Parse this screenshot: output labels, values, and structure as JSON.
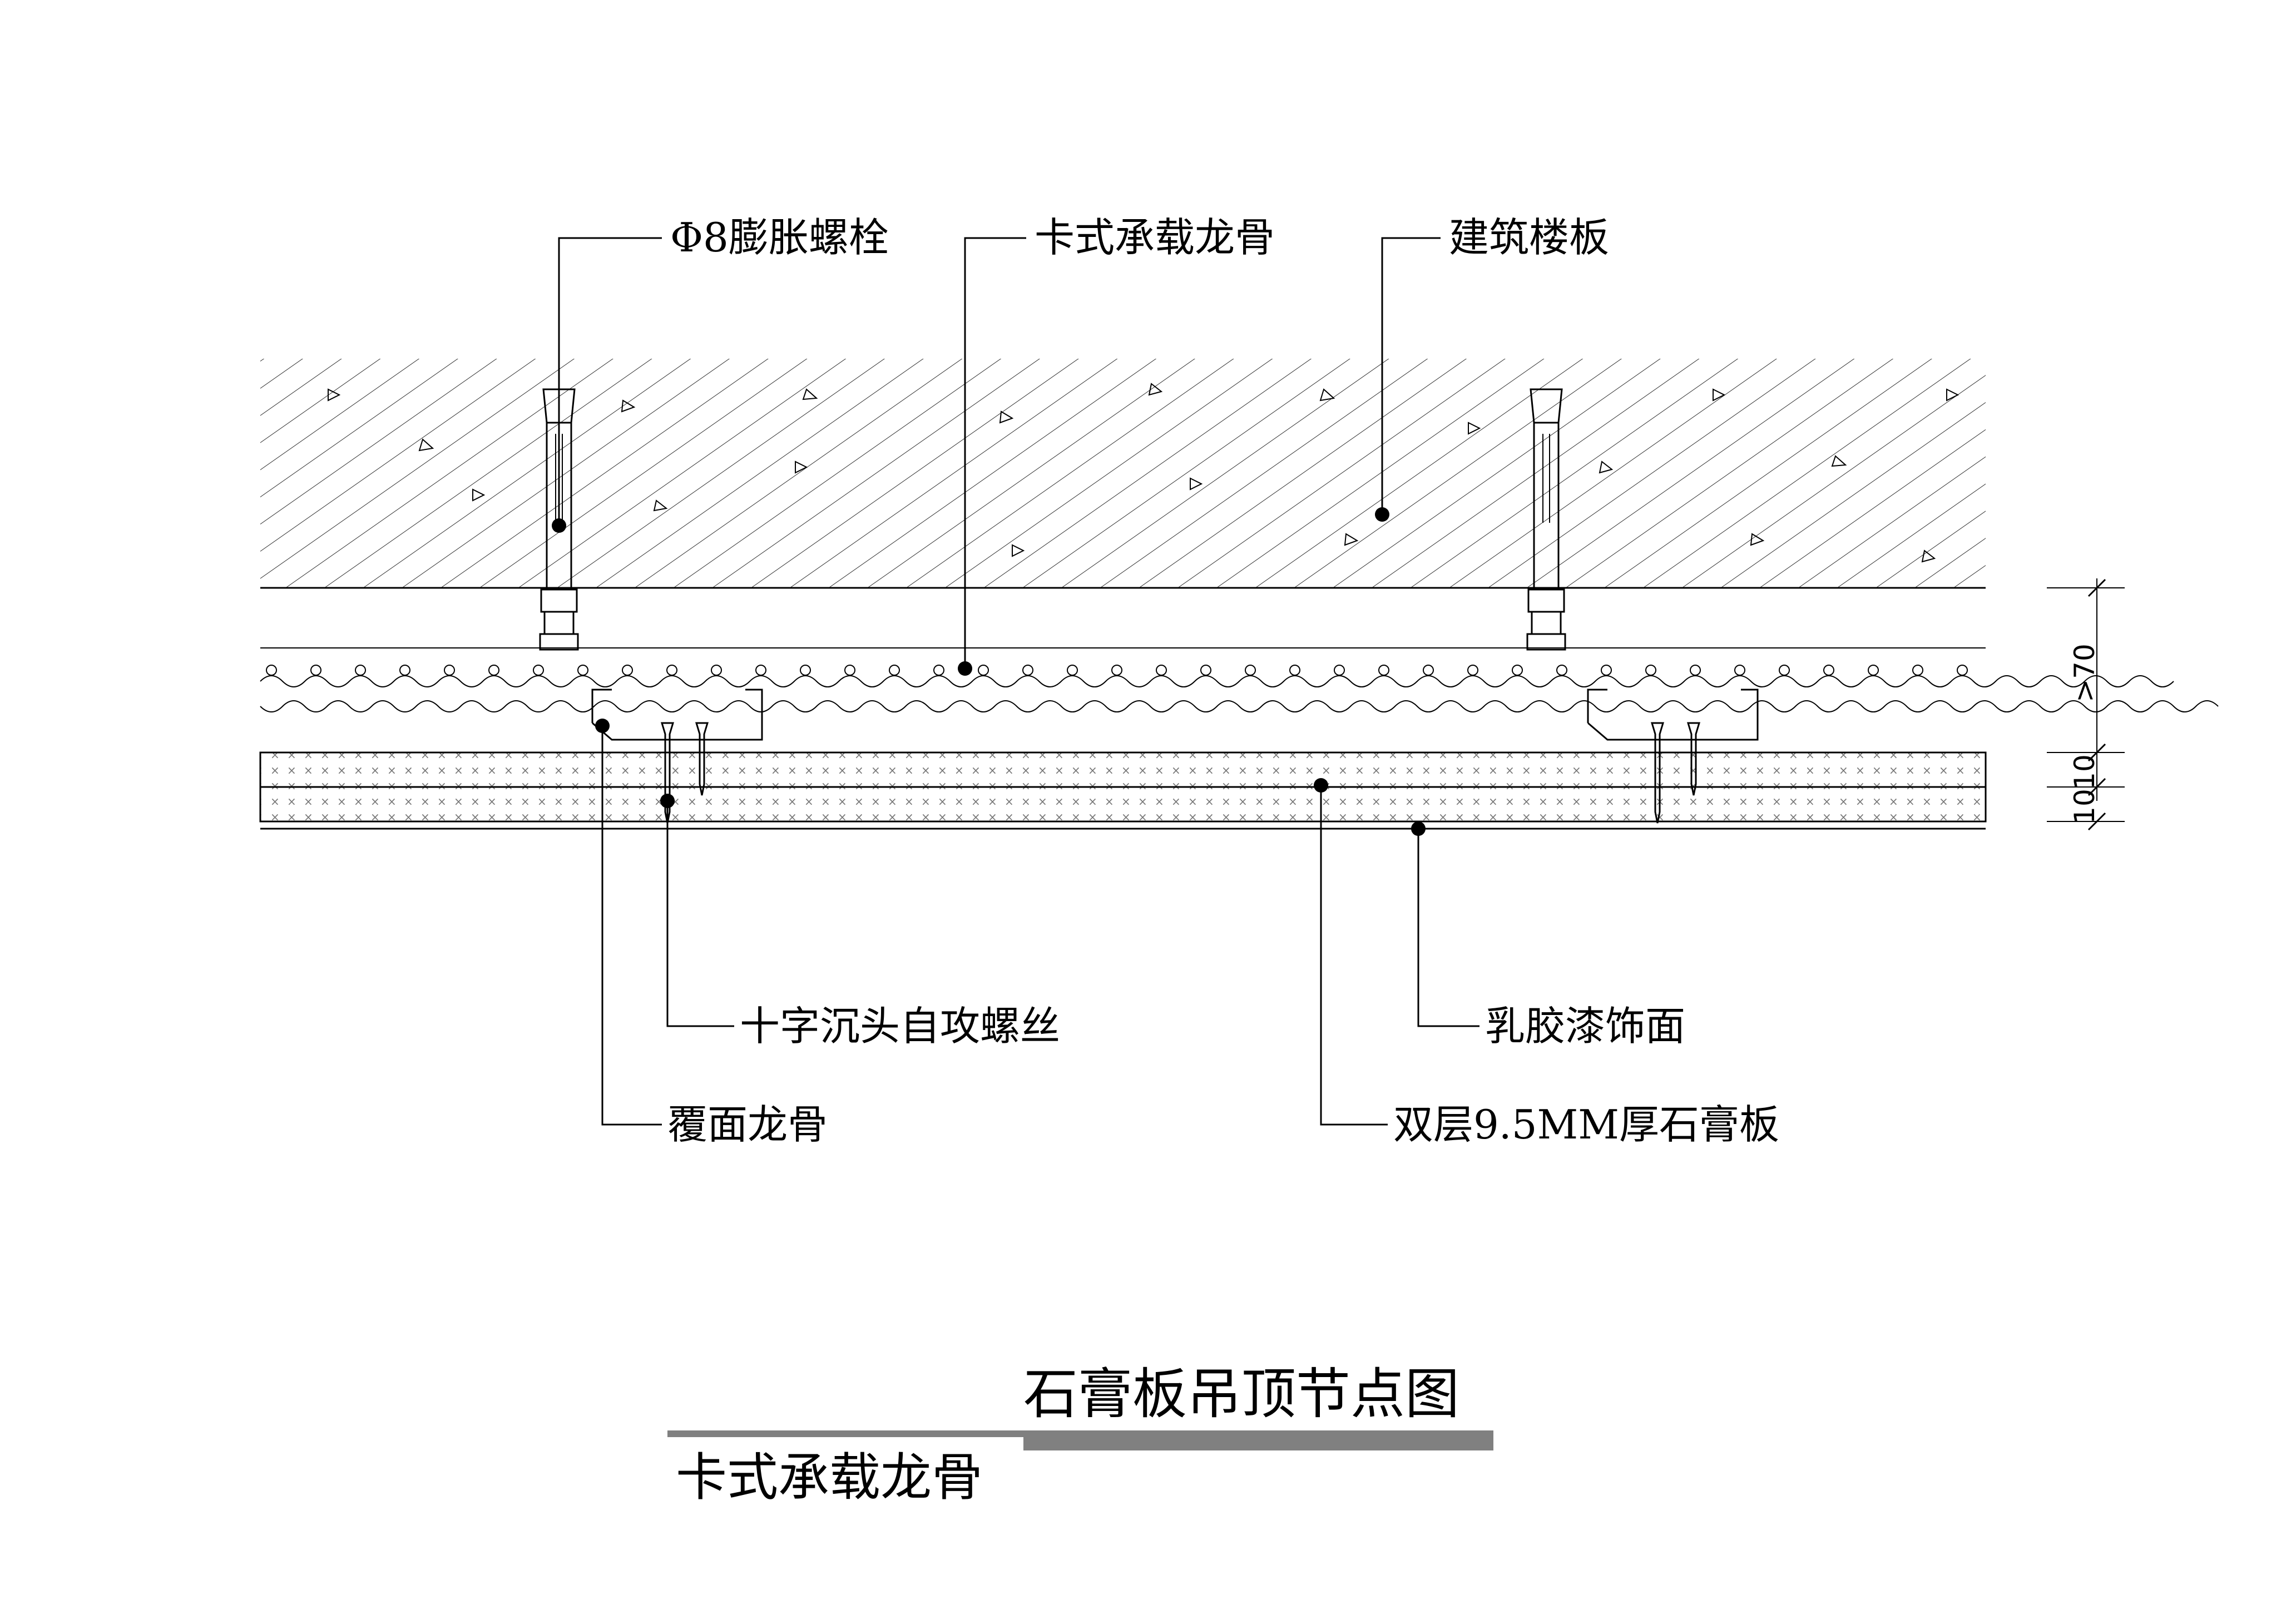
{
  "title": "石膏板吊顶节点图",
  "subtitle": "卡式承载龙骨",
  "colors": {
    "line": "#000000",
    "bar": "#808080",
    "background": "#ffffff"
  },
  "labels": {
    "bolt": "Φ8膨胀螺栓",
    "keel": "卡式承载龙骨",
    "slab": "建筑楼板",
    "screw": "十字沉头自攻螺丝",
    "paint": "乳胶漆饰面",
    "cover_keel": "覆面龙骨",
    "gypsum": "双层9.5MM厚石膏板"
  },
  "dimensions": {
    "hanger_gap": ">70",
    "board_a": "10",
    "board_b": "10"
  },
  "icons": [
    "expansion-bolt-icon",
    "screw-icon",
    "leader-dot-icon"
  ]
}
